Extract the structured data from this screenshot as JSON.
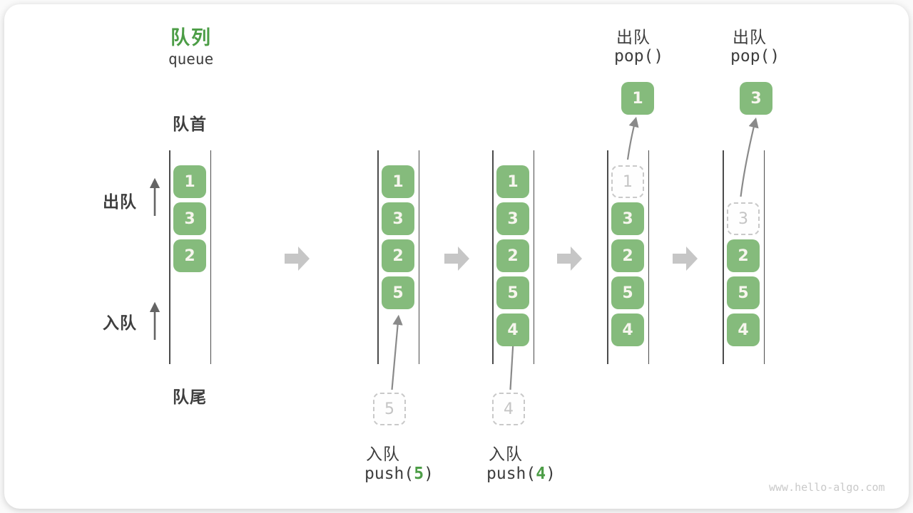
{
  "title": {
    "zh": "队列",
    "en": "queue"
  },
  "side_labels": {
    "front": "队首",
    "rear": "队尾",
    "dequeue": "出队",
    "enqueue": "入队"
  },
  "queues": [
    {
      "slots": [
        {
          "row": 1,
          "value": "1",
          "dashed": false
        },
        {
          "row": 2,
          "value": "3",
          "dashed": false
        },
        {
          "row": 3,
          "value": "2",
          "dashed": false
        }
      ]
    },
    {
      "slots": [
        {
          "row": 1,
          "value": "1",
          "dashed": false
        },
        {
          "row": 2,
          "value": "3",
          "dashed": false
        },
        {
          "row": 3,
          "value": "2",
          "dashed": false
        },
        {
          "row": 4,
          "value": "5",
          "dashed": false
        }
      ],
      "staged_value": "5",
      "annotation": {
        "op": "入队",
        "code_before": "push(",
        "code_arg": "5",
        "code_after": ")"
      }
    },
    {
      "slots": [
        {
          "row": 1,
          "value": "1",
          "dashed": false
        },
        {
          "row": 2,
          "value": "3",
          "dashed": false
        },
        {
          "row": 3,
          "value": "2",
          "dashed": false
        },
        {
          "row": 4,
          "value": "5",
          "dashed": false
        },
        {
          "row": 5,
          "value": "4",
          "dashed": false
        }
      ],
      "staged_value": "4",
      "annotation": {
        "op": "入队",
        "code_before": "push(",
        "code_arg": "4",
        "code_after": ")"
      }
    },
    {
      "slots": [
        {
          "row": 1,
          "value": "1",
          "dashed": true
        },
        {
          "row": 2,
          "value": "3",
          "dashed": false
        },
        {
          "row": 3,
          "value": "2",
          "dashed": false
        },
        {
          "row": 4,
          "value": "5",
          "dashed": false
        },
        {
          "row": 5,
          "value": "4",
          "dashed": false
        }
      ],
      "popped_value": "1",
      "annotation": {
        "op": "出队",
        "code": "pop()"
      }
    },
    {
      "slots": [
        {
          "row": 2,
          "value": "3",
          "dashed": true
        },
        {
          "row": 3,
          "value": "2",
          "dashed": false
        },
        {
          "row": 4,
          "value": "5",
          "dashed": false
        },
        {
          "row": 5,
          "value": "4",
          "dashed": false
        }
      ],
      "popped_value": "3",
      "annotation": {
        "op": "出队",
        "code": "pop()"
      }
    }
  ],
  "watermark": "www.hello-algo.com",
  "colors": {
    "box_green": "#85bb7c",
    "accent_green": "#4c9d46",
    "block_arrow": "#c6c6c6",
    "line": "#4b4b4b",
    "dashed_border": "#c9c9c9",
    "dashed_text": "#c4c4c4",
    "text": "#3e3e3e",
    "thin_arrow": "#8a8a8a",
    "side_arrow": "#646464",
    "watermark": "#c9c9c9",
    "box_text": "#f7f6ee"
  }
}
